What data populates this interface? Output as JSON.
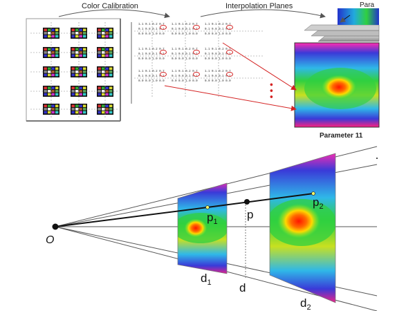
{
  "top": {
    "color_calibration_label": "Color Calibration",
    "interpolation_planes_label": "Interpolation Planes",
    "parameter_top_label": "Para",
    "parameter_bottom_label": "Parameter 11",
    "matrix_rows": [
      "1.1 0.1 0.2 0.7",
      "0.1 0.8 0.1 0.1",
      "0.0 0.0 1.0 0.0"
    ],
    "ellipsis": "• • •"
  },
  "bottom": {
    "origin_label": "O",
    "p_label": "p",
    "p1_label": "p",
    "p1_sub": "1",
    "p2_label": "p",
    "p2_sub": "2",
    "d_label": "d",
    "d1_label": "d",
    "d1_sub": "1",
    "d2_label": "d",
    "d2_sub": "2"
  },
  "colors": {
    "heat_low": "#ff1a8c",
    "heat_mid": "#2ed12e",
    "heat_cold": "#2233cc",
    "heat_hot": "#ff1a00",
    "arrow": "#d42222"
  }
}
